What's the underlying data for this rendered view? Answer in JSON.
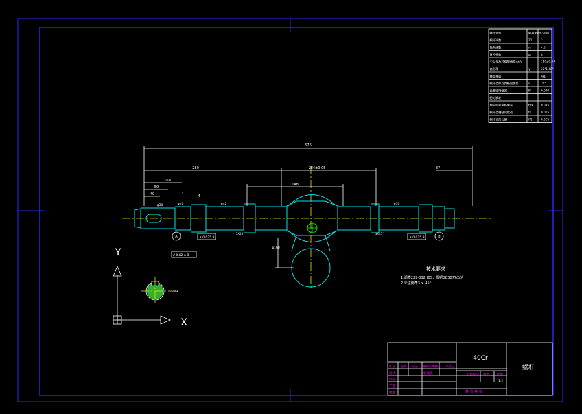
{
  "drawing": {
    "material": "40Cr",
    "part_name": "蜗杆",
    "tech_title": "技术要求",
    "tech_notes": [
      "1.调质229-302HBS，根据GB3077齿轮",
      "2.未注倒角3 × 45°"
    ]
  },
  "param_table": {
    "rows": [
      [
        "蜗杆类型",
        "阿基米德(ZA型)"
      ],
      [
        "蜗杆头数",
        "Z1",
        "2"
      ],
      [
        "轴向模数",
        "m",
        "4.5"
      ],
      [
        "直径系数",
        "q",
        "8"
      ],
      [
        "中心距及其极限偏差a±fa",
        "",
        "150±0.04"
      ],
      [
        "齿形角",
        "γ",
        "22°1'48\""
      ],
      [
        "精度等级",
        "",
        "8级"
      ],
      [
        "蜗杆齿厚及其极限偏差",
        "s",
        "20°"
      ],
      [
        "齿厚极限偏差",
        "fll",
        "0.040"
      ],
      [
        "配对蜗轮",
        "",
        ""
      ],
      [
        "轴向齿距累积偏差",
        "fpx",
        "0.045"
      ],
      [
        "蜗杆齿槽径向跳动",
        "fr",
        "0.025"
      ],
      [
        "蜗杆齿形公差",
        "ff1",
        "0.025"
      ]
    ]
  },
  "title_block": {
    "labels": [
      "标记",
      "处数",
      "分区",
      "更改文件号",
      "签名",
      "年月日"
    ],
    "row_design": [
      "设计",
      "标准化"
    ],
    "row_check": "审核",
    "row_process": "工艺",
    "row_approve": "批准",
    "stage_label": "阶段标记",
    "weight_label": "重量",
    "ratio_label": "比例",
    "ratio_value": "1:2",
    "sheet_text": "共    张   第    张"
  },
  "dimensions": {
    "overall": "576",
    "left": "280",
    "middle": "284±0.05",
    "thread": "148",
    "keyway_len": "50",
    "key_pos": "40",
    "shoulder": "160",
    "r1": "3",
    "r2": "4",
    "left_tail": "37",
    "d1": "φ30",
    "d2": "φ40",
    "d3": "φ42",
    "d4": "φ50",
    "dbig": "φ160",
    "chamfer": "3X45°",
    "datum_a": "A",
    "datum_b": "B",
    "runout_a": "↗ 0.025 B",
    "runout_b": "↗ 0.025 B",
    "tol_key": "// 0.02 A-B",
    "section_dim": "8N9"
  },
  "ucs": {
    "x_label": "X",
    "y_label": "Y"
  }
}
